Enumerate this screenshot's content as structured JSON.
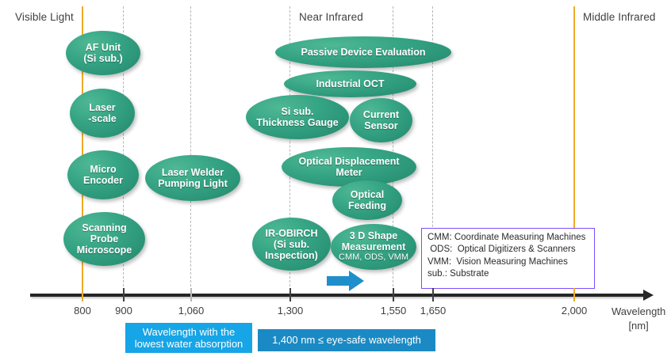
{
  "chart_data": {
    "type": "table",
    "title": "Wavelength application map",
    "xlabel": "Wavelength",
    "xunit": "[nm]",
    "axis_ticks": [
      800,
      900,
      1060,
      1300,
      1550,
      1650,
      2000
    ],
    "axis_tick_labels": [
      "800",
      "900",
      "1,060",
      "1,300",
      "1,550",
      "1,650",
      "2,000"
    ],
    "bands": [
      "Visible Light",
      "Near Infrared",
      "Middle Infrared"
    ],
    "items": [
      {
        "label": "AF Unit\n(Si sub.)",
        "range_nm": [
          760,
          860
        ]
      },
      {
        "label": "Laser\n-scale",
        "range_nm": [
          760,
          860
        ]
      },
      {
        "label": "Micro\nEncoder",
        "range_nm": [
          760,
          870
        ]
      },
      {
        "label": "Scanning\nProbe\nMicroscope",
        "range_nm": [
          750,
          880
        ]
      },
      {
        "label": "Laser Welder\nPumping Light",
        "range_nm": [
          990,
          1140
        ]
      },
      {
        "label": "Passive Device Evaluation",
        "range_nm": [
          1290,
          1720
        ]
      },
      {
        "label": "Industrial OCT",
        "range_nm": [
          1310,
          1630
        ]
      },
      {
        "label": "Si sub.\nThickness Gauge",
        "range_nm": [
          1200,
          1400
        ]
      },
      {
        "label": "Current\nSensor",
        "range_nm": [
          1480,
          1620
        ]
      },
      {
        "label": "Optical Displacement\nMeter",
        "range_nm": [
          1270,
          1620
        ]
      },
      {
        "label": "Optical\nFeeding",
        "range_nm": [
          1440,
          1620
        ]
      },
      {
        "label": "IR-OBIRCH\n(Si sub.\nInspection)",
        "range_nm": [
          1230,
          1370
        ]
      },
      {
        "label": "3 D Shape\nMeasurement",
        "sublabel": "CMM, ODS, VMM",
        "range_nm": [
          1400,
          1640
        ]
      }
    ]
  },
  "bands": {
    "visible_light": "Visible Light",
    "near_infrared": "Near Infrared",
    "middle_infrared": "Middle Infrared"
  },
  "axis": {
    "ticks": [
      "800",
      "900",
      "1,060",
      "1,300",
      "1,550",
      "1,650",
      "2,000"
    ],
    "title_line1": "Wavelength",
    "title_line2": "[nm]"
  },
  "ellipses": [
    {
      "line1": "AF Unit",
      "line2": "(Si sub.)",
      "line3": ""
    },
    {
      "line1": "Laser",
      "line2": "-scale",
      "line3": ""
    },
    {
      "line1": "Micro",
      "line2": "Encoder",
      "line3": ""
    },
    {
      "line1": "Scanning",
      "line2": "Probe",
      "line3": "Microscope"
    },
    {
      "line1": "Laser Welder",
      "line2": "Pumping Light",
      "line3": ""
    },
    {
      "line1": "Passive Device Evaluation",
      "line2": "",
      "line3": ""
    },
    {
      "line1": "Industrial OCT",
      "line2": "",
      "line3": ""
    },
    {
      "line1": "Si sub.",
      "line2": "Thickness Gauge",
      "line3": ""
    },
    {
      "line1": "Current",
      "line2": "Sensor",
      "line3": ""
    },
    {
      "line1": "Optical Displacement",
      "line2": "Meter",
      "line3": ""
    },
    {
      "line1": "Optical",
      "line2": "Feeding",
      "line3": ""
    },
    {
      "line1": "IR-OBIRCH",
      "line2": "(Si sub.",
      "line3": "Inspection)"
    },
    {
      "line1": "3 D Shape",
      "line2": "Measurement",
      "sub": "CMM, ODS, VMM"
    }
  ],
  "legend": {
    "lines": [
      "CMM: Coordinate Measuring Machines",
      " ODS:  Optical Digitizers & Scanners",
      "VMM:  Vision Measuring Machines",
      "sub.: Substrate"
    ]
  },
  "callouts": {
    "water": "Wavelength with the\nlowest water absorption",
    "water_line1": "Wavelength with the",
    "water_line2": "lowest water absorption",
    "eyesafe": "1,400 nm ≤ eye-safe wavelength"
  },
  "colors": {
    "ellipse_green": "#2fa183",
    "band_line_orange": "#eeab28",
    "gridline_gray": "#b6b6b6",
    "legend_border_purple": "#7c4dff",
    "water_box_blue": "#16a5e6",
    "eyesafe_box_blue": "#1b8ac4",
    "arrow_blue": "#1f8fcb",
    "axis_black": "#262626"
  }
}
